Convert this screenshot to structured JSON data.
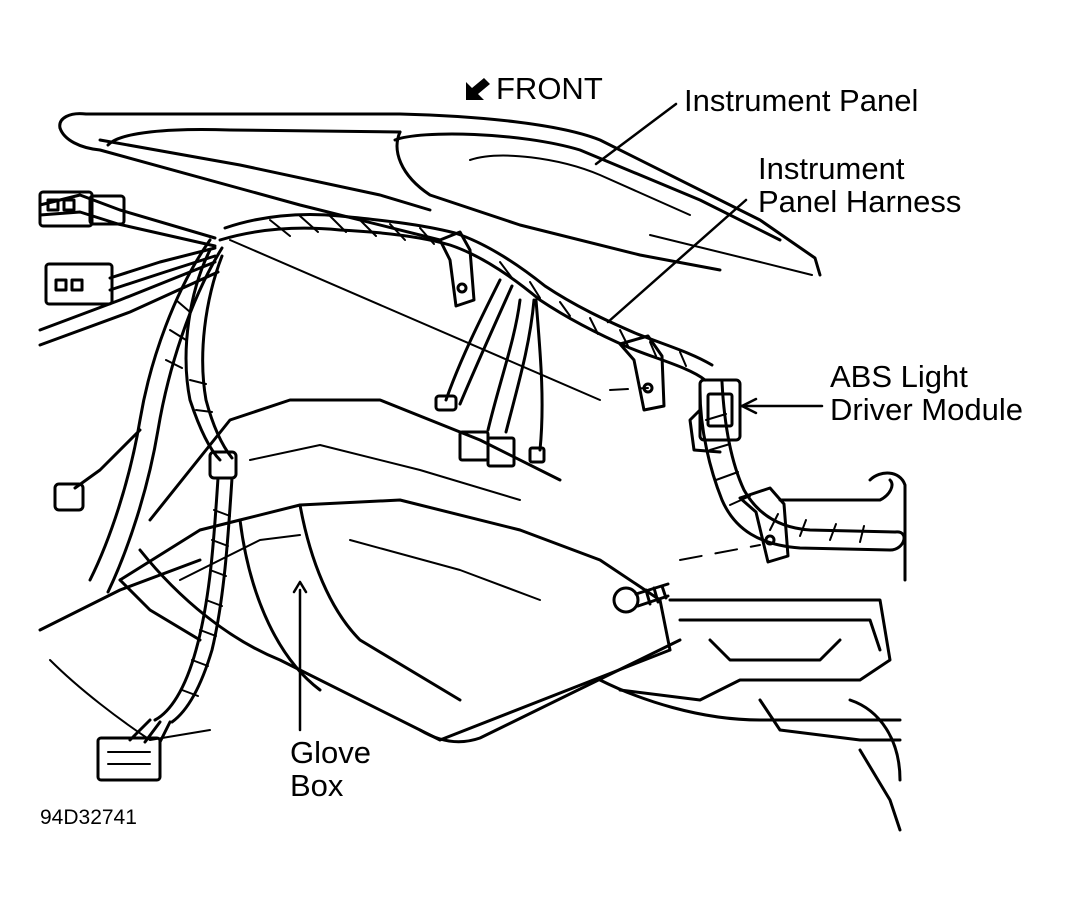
{
  "diagram": {
    "labels": {
      "front": "FRONT",
      "instrument_panel": "Instrument Panel",
      "instrument_panel_harness": [
        "Instrument",
        "Panel Harness"
      ],
      "abs_light_driver_module": [
        "ABS Light",
        "Driver Module"
      ],
      "glove_box": [
        "Glove",
        "Box"
      ],
      "figure_code": "94D32741"
    },
    "icons": {
      "front_direction": "arrow-down-left-icon"
    },
    "colors": {
      "line": "#000000",
      "background": "#ffffff"
    }
  }
}
